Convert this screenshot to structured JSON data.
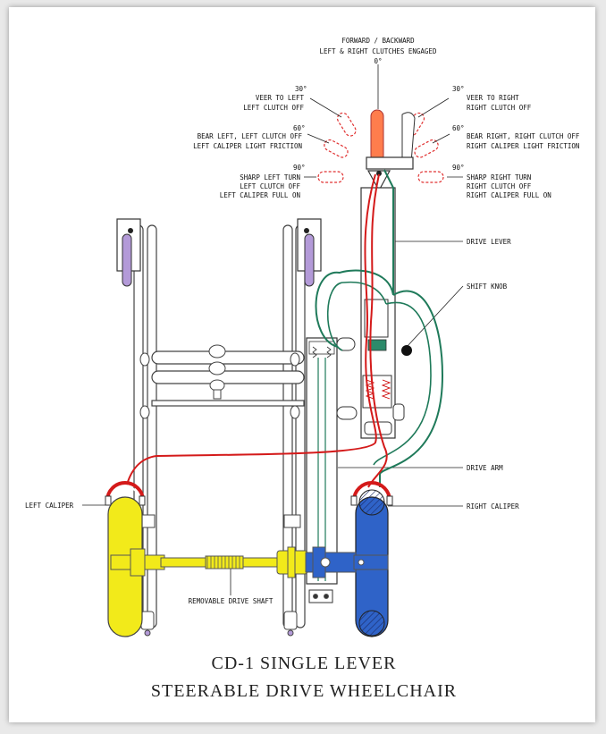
{
  "labels": {
    "forward_line1": "FORWARD / BACKWARD",
    "forward_line2": "LEFT & RIGHT CLUTCHES ENGAGED",
    "deg_0": "0°",
    "deg_30_l": "30°",
    "deg_30_r": "30°",
    "deg_60_l": "60°",
    "deg_60_r": "60°",
    "deg_90_l": "90°",
    "deg_90_r": "90°",
    "veer_left_1": "VEER TO LEFT",
    "veer_left_2": "LEFT CLUTCH OFF",
    "veer_right_1": "VEER TO RIGHT",
    "veer_right_2": "RIGHT CLUTCH OFF",
    "bear_left_1": "BEAR LEFT, LEFT CLUTCH OFF",
    "bear_left_2": "LEFT CALIPER LIGHT FRICTION",
    "bear_right_1": "BEAR RIGHT, RIGHT CLUTCH OFF",
    "bear_right_2": "RIGHT CALIPER LIGHT FRICTION",
    "sharp_left_1": "SHARP LEFT TURN",
    "sharp_left_2": "LEFT CLUTCH OFF",
    "sharp_left_3": "LEFT CALIPER FULL ON",
    "sharp_right_1": "SHARP RIGHT TURN",
    "sharp_right_2": "RIGHT CLUTCH OFF",
    "sharp_right_3": "RIGHT CALIPER FULL ON",
    "drive_lever": "DRIVE LEVER",
    "shift_knob": "SHIFT KNOB",
    "drive_arm": "DRIVE ARM",
    "left_caliper": "LEFT CALIPER",
    "right_caliper": "RIGHT CALIPER",
    "removable_drive_shaft": "REMOVABLE DRIVE SHAFT"
  },
  "title": {
    "line1": "CD-1 SINGLE LEVER",
    "line2": "STEERABLE DRIVE WHEELCHAIR"
  },
  "colors": {
    "cable_red": "#d41a1a",
    "cable_green": "#1f7a5a",
    "left_wheel": "#f2ea1a",
    "right_wheel": "#2f63c8",
    "caster": "#b39ad8",
    "lever": "#ff7d4d"
  }
}
